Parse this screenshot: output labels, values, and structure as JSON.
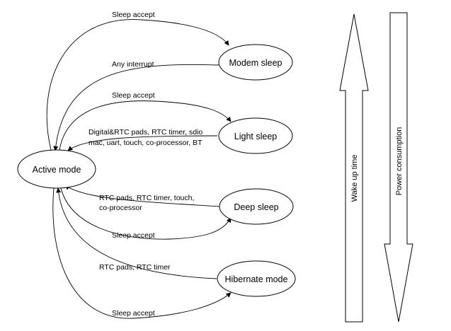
{
  "nodes": {
    "active": "Active mode",
    "modem": "Modem sleep",
    "light": "Light sleep",
    "deep": "Deep sleep",
    "hibernate": "Hibernate mode"
  },
  "edges": {
    "modem_sleep_accept": "Sleep accept",
    "modem_wakeup": "Any interrupt",
    "light_sleep_accept": "Sleep accept",
    "light_wakeup_line1": "Digital&RTC pads, RTC timer,  sdio",
    "light_wakeup_line2": "mac, uart, touch, co-processor, BT",
    "deep_wakeup_line1": "RTC pads, RTC timer,  touch,",
    "deep_wakeup_line2": "co-processor",
    "deep_sleep_accept": "Sleep accept",
    "hibernate_wakeup": "RTC pads, RTC timer",
    "hibernate_sleep_accept": "Sleep accept"
  },
  "arrows": {
    "wakeup_time": "Wake up time",
    "power_consumption": "Power consumption"
  }
}
